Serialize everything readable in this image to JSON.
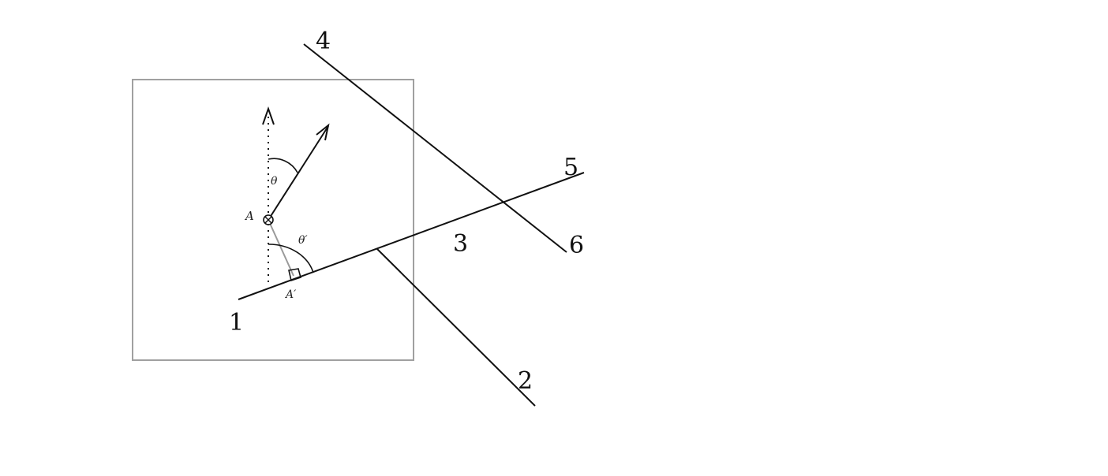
{
  "diagram": {
    "line_labels": {
      "l1": "1",
      "l2": "2",
      "l3": "3",
      "l4": "4",
      "l5": "5",
      "l6": "6"
    },
    "point_labels": {
      "a": "A",
      "a_prime": "A′"
    },
    "angle_labels": {
      "theta": "θ",
      "theta_prime": "θ′"
    },
    "colors": {
      "ink": "#111111",
      "frame": "#a0a0a0",
      "perpendicular": "#9a9a9a"
    }
  }
}
